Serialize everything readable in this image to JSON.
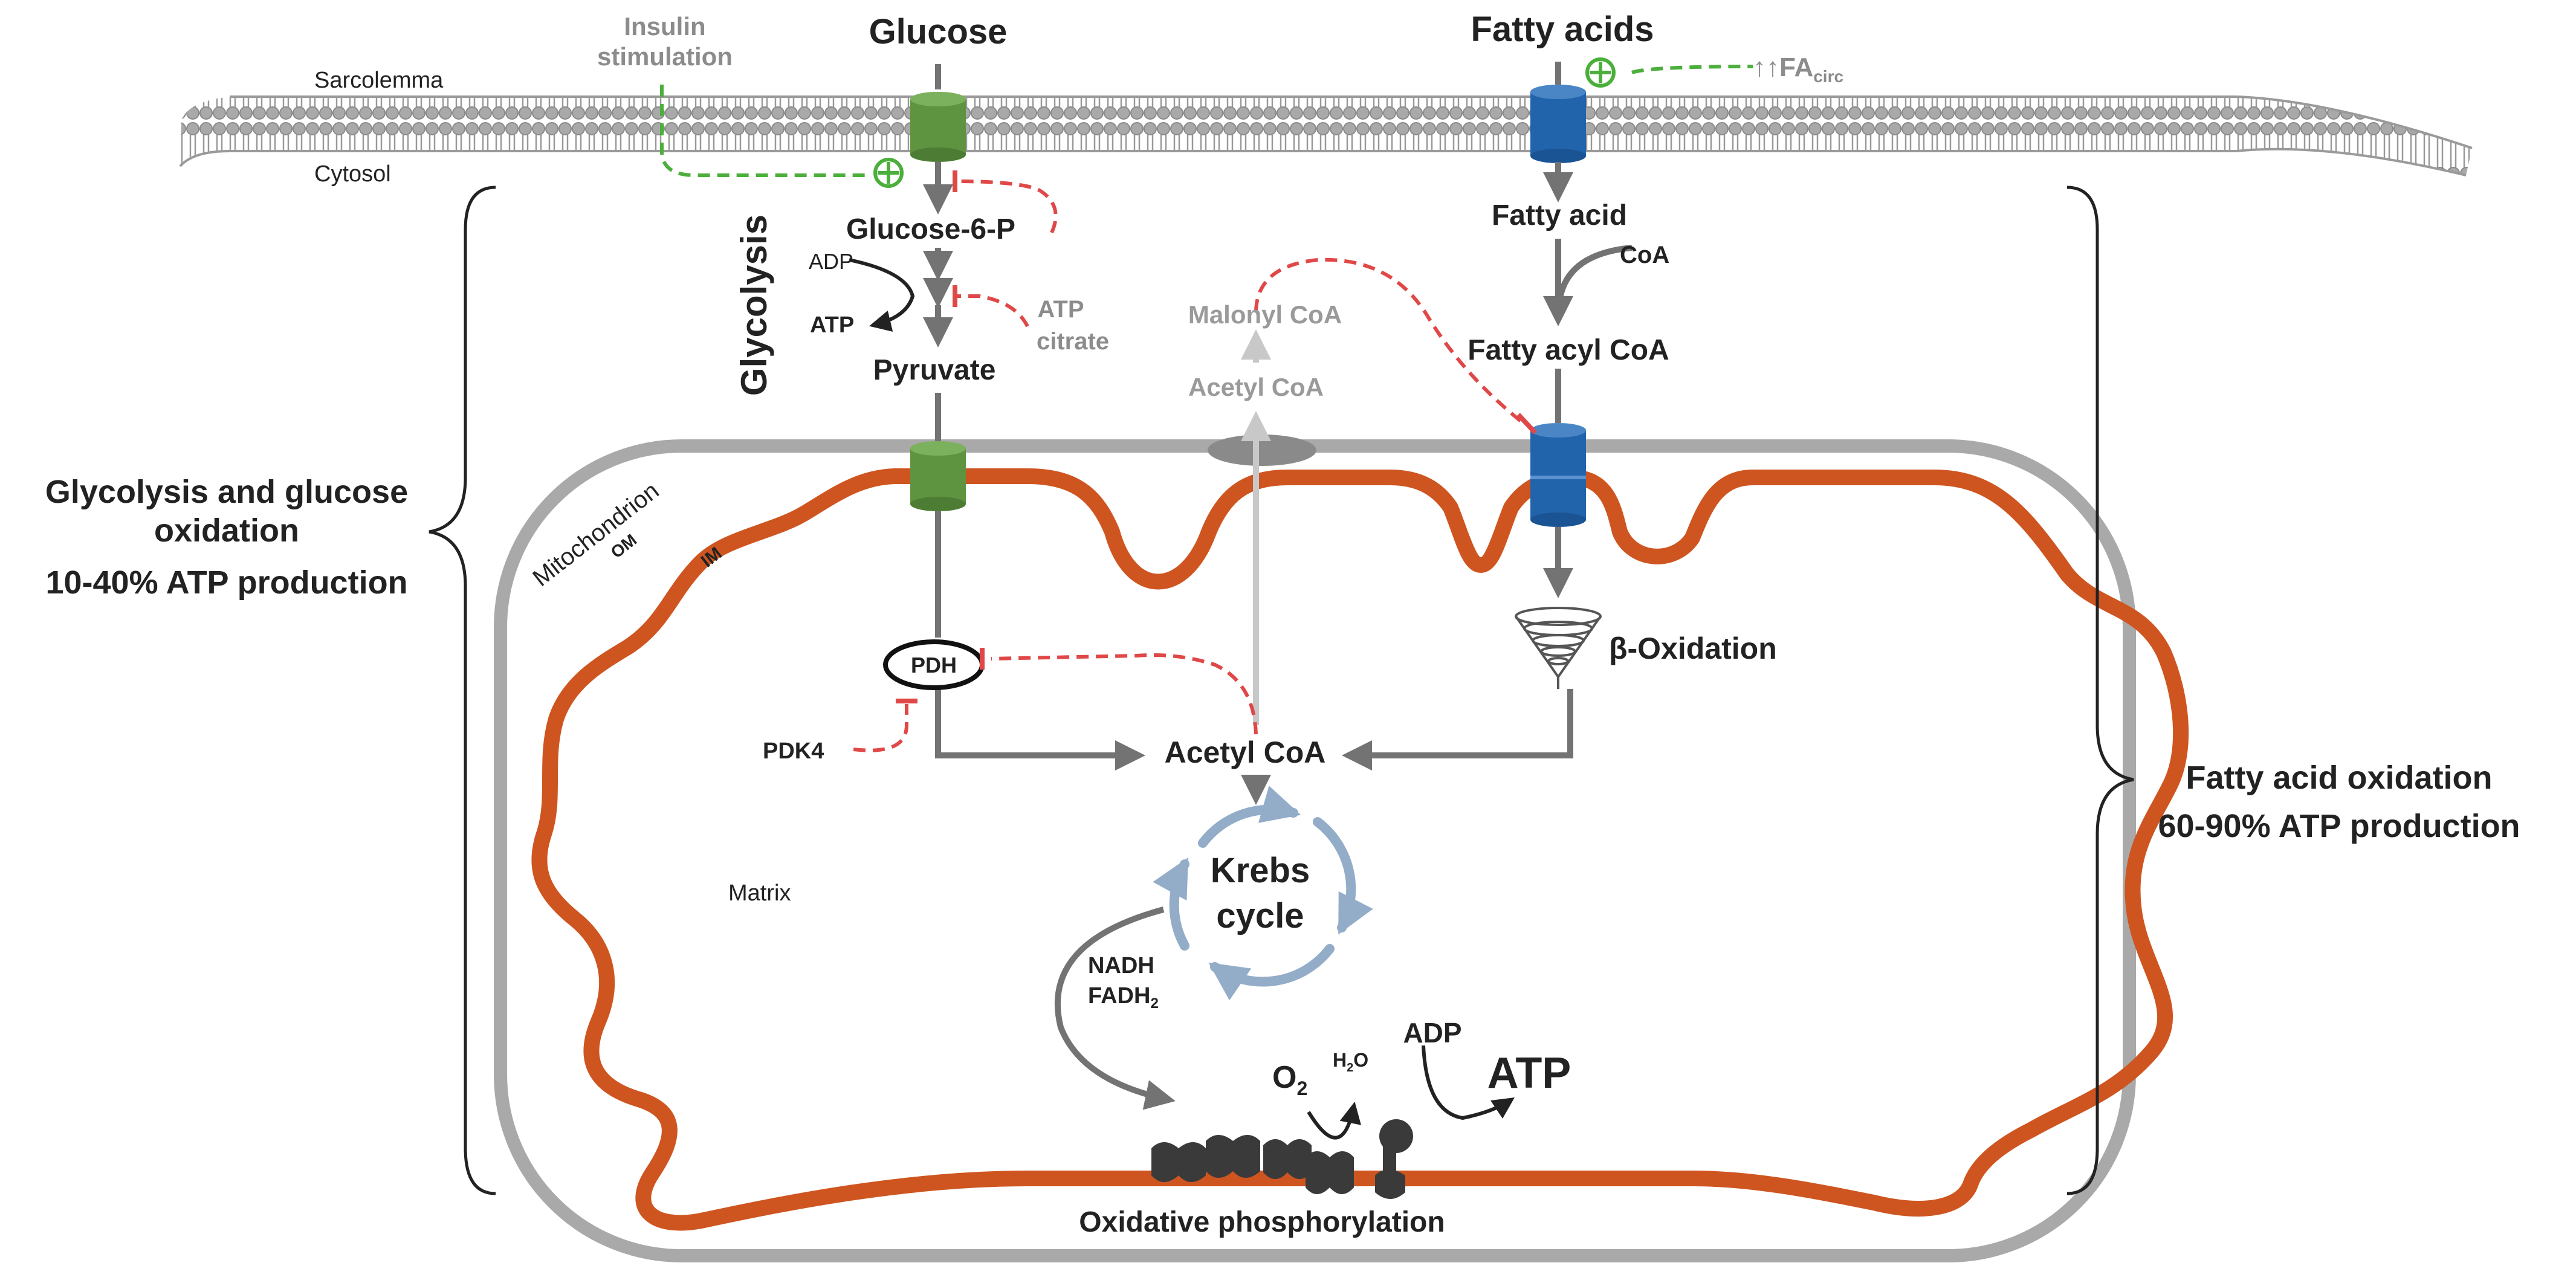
{
  "labels": {
    "glucose": "Glucose",
    "fatty_acids": "Fatty acids",
    "insulin_1": "Insulin",
    "insulin_2": "stimulation",
    "fa_circ_main": "↑↑FA",
    "fa_circ_sub": "circ",
    "sarcolemma": "Sarcolemma",
    "cytosol": "Cytosol",
    "glucose_6_p": "Glucose-6-P",
    "adp_glycolysis": "ADP",
    "atp_glycolysis": "ATP",
    "atp_inhibitor": "ATP",
    "citrate_inhibitor": "citrate",
    "pyruvate": "Pyruvate",
    "glycolysis": "Glycolysis",
    "malonyl_coa": "Malonyl CoA",
    "acetyl_coa_cytosol": "Acetyl CoA",
    "fatty_acid": "Fatty acid",
    "coa": "CoA",
    "fatty_acyl_coa": "Fatty acyl CoA",
    "mitochondrion": "Mitochondrion",
    "om": "OM",
    "im": "IM",
    "pdh": "PDH",
    "pdk4": "PDK4",
    "acetyl_coa_matrix": "Acetyl CoA",
    "beta_oxidation": "β-Oxidation",
    "krebs_1": "Krebs",
    "krebs_2": "cycle",
    "nadh": "NADH",
    "fadh_main": "FADH",
    "fadh_sub": "2",
    "matrix": "Matrix",
    "o2_main": "O",
    "o2_sub": "2",
    "h2o_h": "H",
    "h2o_sub": "2",
    "h2o_o": "O",
    "adp_oxphos": "ADP",
    "atp_oxphos": "ATP",
    "oxphos": "Oxidative phosphorylation",
    "left_summary_1": "Glycolysis and glucose",
    "left_summary_2": "oxidation",
    "left_summary_3": "10-40% ATP production",
    "right_summary_1": "Fatty acid oxidation",
    "right_summary_2": "60-90% ATP production"
  },
  "colors": {
    "membrane_gray": "#a9a9a9",
    "inner_membrane": "#cf5520",
    "glucose_transporter": "#5e9440",
    "fatty_acid_transporter": "#2264ab",
    "arrow_gray": "#737373",
    "light_arrow": "#c8c8c8",
    "inhibition_red": "#e04848",
    "stimulation_green": "#4caf3c",
    "krebs_blue": "#93adc9",
    "complex_dark": "#3a3a3a",
    "text_dark": "#222222",
    "text_gray": "#8c8c8c"
  },
  "icons": {
    "stimulation": "circle-plus-icon",
    "inhibition": "t-bar-inhibition-icon",
    "beta_oxidation": "spiral-cone-icon"
  }
}
